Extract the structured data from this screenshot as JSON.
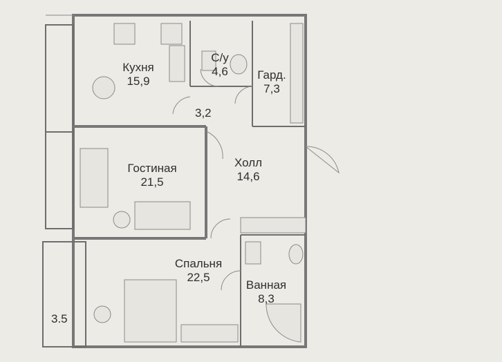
{
  "rooms": {
    "kitchen": {
      "name": "Кухня",
      "area": "15,9"
    },
    "wc": {
      "name": "С/у",
      "area": "4,6"
    },
    "wardrobe": {
      "name": "Гард.",
      "area": "7,3"
    },
    "corridor": {
      "area": "3,2"
    },
    "living": {
      "name": "Гостиная",
      "area": "21,5"
    },
    "hall": {
      "name": "Холл",
      "area": "14,6"
    },
    "bedroom": {
      "name": "Спальня",
      "area": "22,5"
    },
    "bathroom": {
      "name": "Ванная",
      "area": "8,3"
    },
    "balcony": {
      "area": "3.5"
    }
  },
  "colors": {
    "background": "#ecebe6",
    "wall": "#6d6d6d",
    "text": "#2e2e2e"
  }
}
